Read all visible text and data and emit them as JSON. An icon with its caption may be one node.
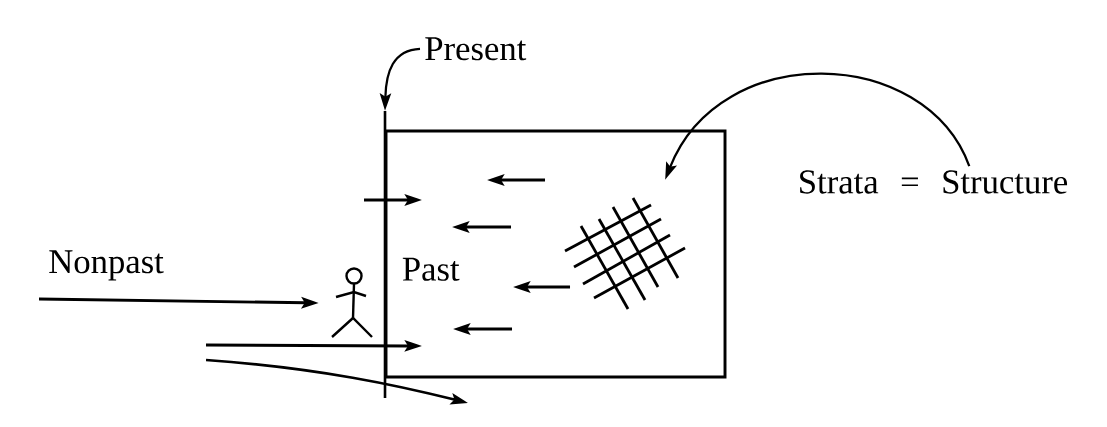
{
  "diagram": {
    "nodes": [
      {
        "text": [
          "Present"
        ]
      },
      {
        "text": [],
        "shape": "bar"
      },
      {
        "text": [
          "Past"
        ]
      },
      {
        "text": [],
        "shape": "picture",
        "in": 2
      },
      {
        "text": [
          "Strata = Structure"
        ]
      },
      {
        "text": [],
        "shape": "person"
      }
    ],
    "edges": [
      {
        "from": 0,
        "to": 1,
        "arrow": "to"
      },
      {
        "from": 4,
        "to": 3,
        "arrow": "to"
      },
      {
        "from": null,
        "to": 5,
        "arrow": "to",
        "label": "Nonpast"
      }
    ]
  }
}
